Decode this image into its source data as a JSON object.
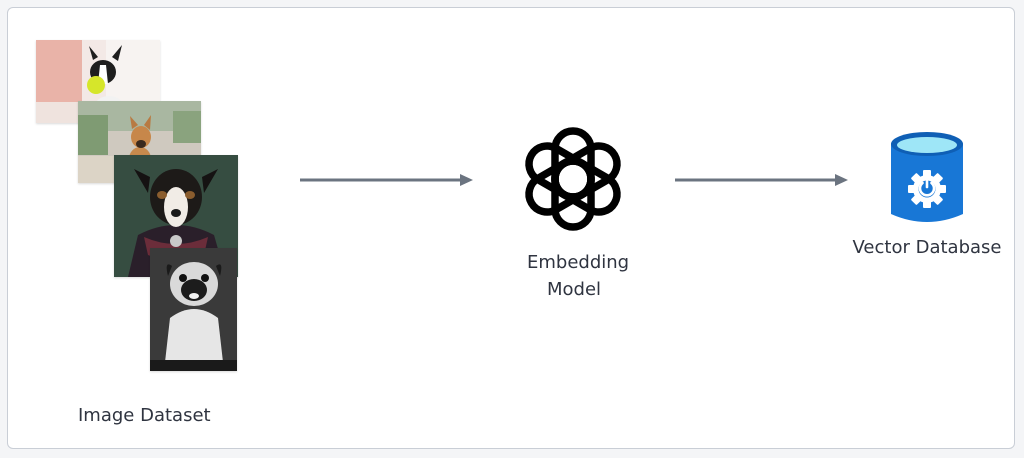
{
  "diagram": {
    "dataset": {
      "label": "Image Dataset",
      "images": [
        {
          "name": "french-bulldog-with-tennis-ball"
        },
        {
          "name": "french-bulldog-on-path"
        },
        {
          "name": "dog-portrait-in-costume"
        },
        {
          "name": "pug-black-and-white"
        }
      ]
    },
    "model": {
      "label_line1": "Embedding",
      "label_line2": "Model",
      "icon": "openai-logo-icon"
    },
    "database": {
      "label": "Vector Database",
      "icon": "database-gear-icon"
    },
    "colors": {
      "arrow": "#6b7480",
      "text": "#2f3440",
      "db_blue": "#1877d6",
      "db_top": "#9ee6f7"
    }
  }
}
